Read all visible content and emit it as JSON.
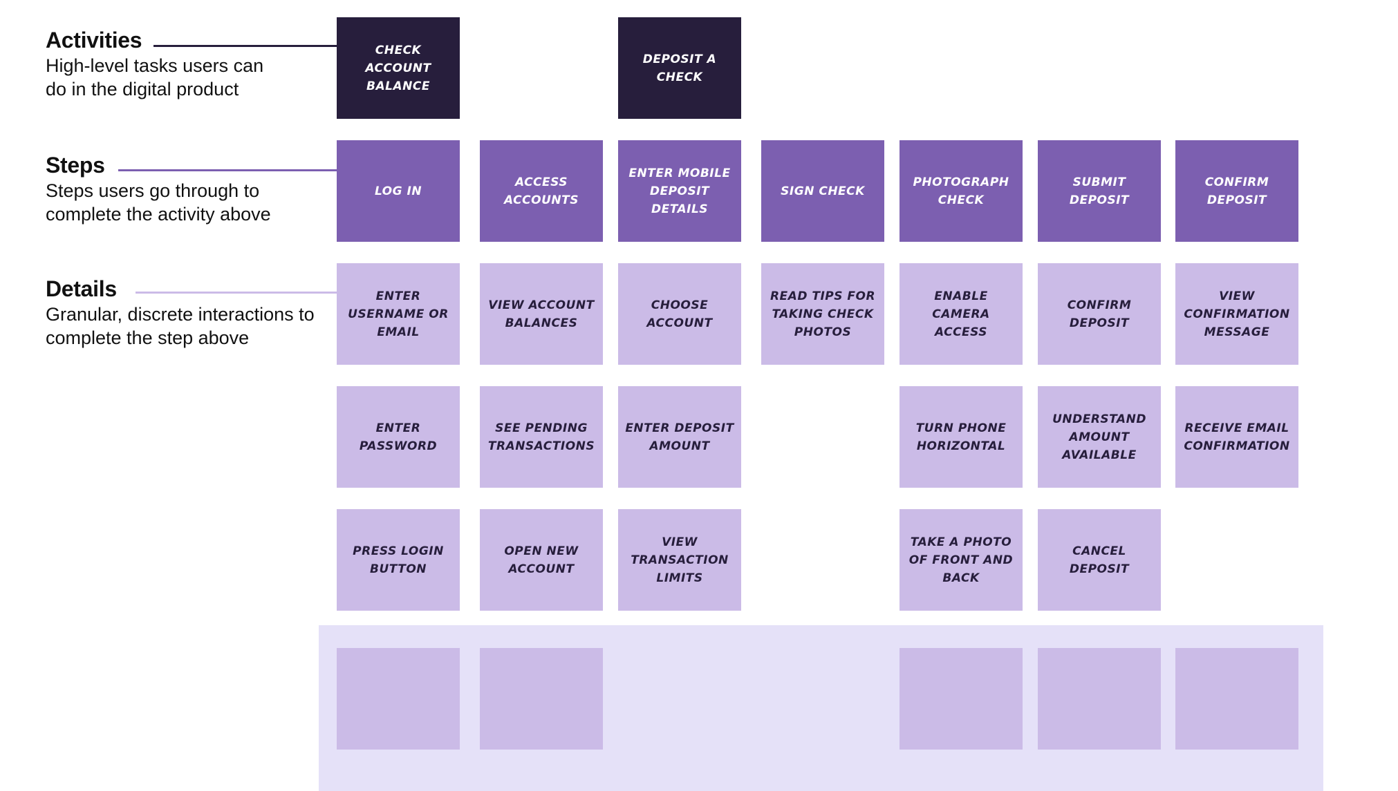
{
  "colors": {
    "activity": "#271e3c",
    "step": "#7c5fb0",
    "detail": "#cbbbe7",
    "band": "#e5e1f8"
  },
  "legend": {
    "activities": {
      "title": "Activities",
      "description": "High-level tasks users can do in the digital product"
    },
    "steps": {
      "title": "Steps",
      "description": "Steps users go through to complete the activity above"
    },
    "details": {
      "title": "Details",
      "description": "Granular, discrete interactions to complete the step above"
    }
  },
  "activities": [
    {
      "column": 1,
      "label": "Check account balance"
    },
    {
      "column": 3,
      "label": "Deposit a check"
    }
  ],
  "steps": [
    {
      "column": 1,
      "label": "Log in"
    },
    {
      "column": 2,
      "label": "Access accounts"
    },
    {
      "column": 3,
      "label": "Enter mobile deposit details"
    },
    {
      "column": 4,
      "label": "Sign check"
    },
    {
      "column": 5,
      "label": "Photograph check"
    },
    {
      "column": 6,
      "label": "Submit deposit"
    },
    {
      "column": 7,
      "label": "Confirm deposit"
    }
  ],
  "details": [
    {
      "column": 1,
      "items": [
        "Enter username or email",
        "Enter password",
        "Press login button"
      ]
    },
    {
      "column": 2,
      "items": [
        "View account balances",
        "See pending transactions",
        "Open new account"
      ]
    },
    {
      "column": 3,
      "items": [
        "Choose account",
        "Enter deposit amount",
        "View transaction limits"
      ]
    },
    {
      "column": 4,
      "items": [
        "Read tips for taking check photos"
      ]
    },
    {
      "column": 5,
      "items": [
        "Enable camera access",
        "Turn phone horizontal",
        "Take a photo of front and back"
      ]
    },
    {
      "column": 6,
      "items": [
        "Confirm deposit",
        "Understand amount available",
        "Cancel deposit"
      ]
    },
    {
      "column": 7,
      "items": [
        "View confirmation message",
        "Receive email confirmation"
      ]
    }
  ],
  "placeholder_columns": [
    1,
    2,
    5,
    6,
    7
  ]
}
